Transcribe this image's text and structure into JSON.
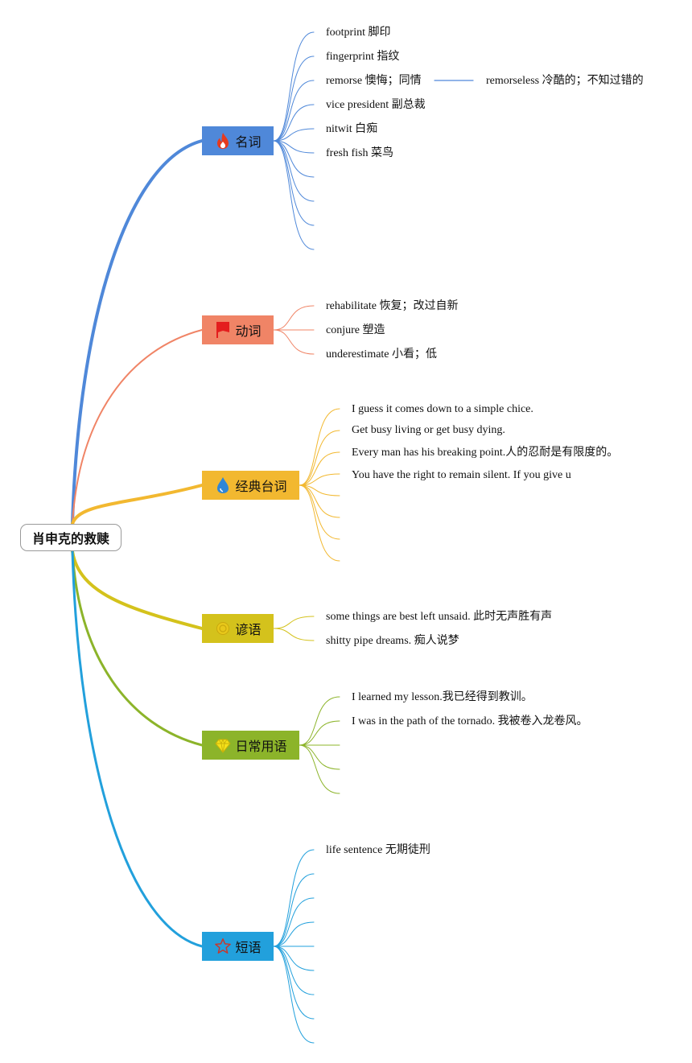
{
  "root": {
    "label": "肖申克的救赎"
  },
  "branches": [
    {
      "label": "名词",
      "color": "#4f88d9",
      "icon": "fire-icon",
      "leaves": [
        "footprint 脚印",
        "fingerprint 指纹",
        "remorse 懊悔；同情",
        "vice president 副总裁",
        "nitwit 白痴",
        "fresh fish 菜鸟"
      ],
      "sub": {
        "label": "remorseless 冷酷的；不知过错的"
      }
    },
    {
      "label": "动词",
      "color": "#f08466",
      "icon": "flag-icon",
      "leaves": [
        "rehabilitate 恢复；改过自新",
        "conjure 塑造",
        "underestimate 小看；低"
      ]
    },
    {
      "label": "经典台词",
      "color": "#f2b830",
      "icon": "water-drop-icon",
      "leaves": [
        "I guess it comes down to a simple chice.",
        "Get busy living or get busy dying.",
        "Every man has his breaking point.人的忍耐是有限度的。",
        "You have the right to remain silent. If you give u"
      ]
    },
    {
      "label": "谚语",
      "color": "#d4c21c",
      "icon": "sun-icon",
      "leaves": [
        "some things are best left unsaid. 此时无声胜有声",
        "shitty pipe dreams. 痴人说梦"
      ]
    },
    {
      "label": "日常用语",
      "color": "#8cb42a",
      "icon": "diamond-icon",
      "leaves": [
        "I learned my lesson.我已经得到教训。",
        "I was in the path of the tornado. 我被卷入龙卷风。"
      ]
    },
    {
      "label": "短语",
      "color": "#22a0dc",
      "icon": "star-icon",
      "leaves": [
        "life sentence 无期徒刑"
      ]
    }
  ]
}
